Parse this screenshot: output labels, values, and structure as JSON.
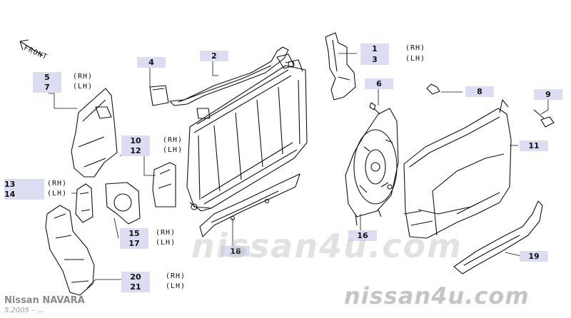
{
  "front_label": "FRONT",
  "watermark": "nissan4u.com",
  "footer": {
    "model": "Nissan NAVARA",
    "date": "5.2005 – ..."
  },
  "callouts": [
    {
      "id": "c1",
      "num": "1",
      "side": "(RH)"
    },
    {
      "id": "c3",
      "num": "3",
      "side": "(LH)"
    },
    {
      "id": "c2",
      "num": "2"
    },
    {
      "id": "c4",
      "num": "4"
    },
    {
      "id": "c5",
      "num": "5",
      "side": "(RH)"
    },
    {
      "id": "c7",
      "num": "7",
      "side": "(LH)"
    },
    {
      "id": "c6",
      "num": "6"
    },
    {
      "id": "c8",
      "num": "8"
    },
    {
      "id": "c9",
      "num": "9"
    },
    {
      "id": "c10",
      "num": "10",
      "side": "(RH)"
    },
    {
      "id": "c12",
      "num": "12",
      "side": "(LH)"
    },
    {
      "id": "c11",
      "num": "11"
    },
    {
      "id": "c13",
      "num": "13",
      "side": "(RH)"
    },
    {
      "id": "c14",
      "num": "14",
      "side": "(LH)"
    },
    {
      "id": "c15",
      "num": "15",
      "side": "(RH)"
    },
    {
      "id": "c17",
      "num": "17",
      "side": "(LH)"
    },
    {
      "id": "c16",
      "num": "16"
    },
    {
      "id": "c18",
      "num": "18"
    },
    {
      "id": "c19",
      "num": "19"
    },
    {
      "id": "c20",
      "num": "20",
      "side": "(RH)"
    },
    {
      "id": "c21",
      "num": "21",
      "side": "(LH)"
    }
  ]
}
